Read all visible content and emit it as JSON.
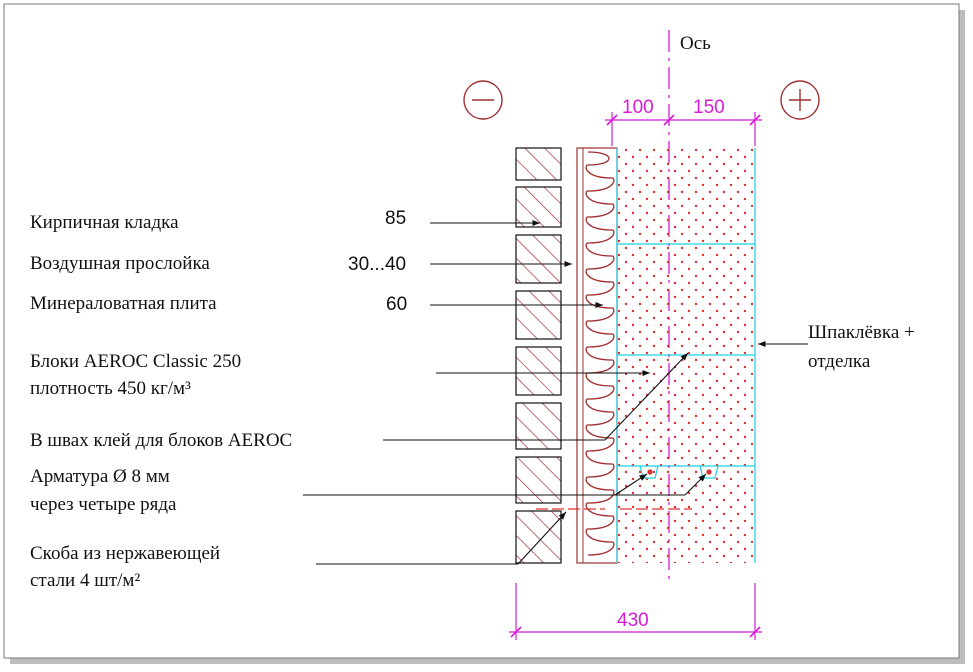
{
  "axis_label": "Ось",
  "sign_minus": "−",
  "sign_plus": "+",
  "dimensions": {
    "top_left": "100",
    "top_right": "150",
    "bottom": "430"
  },
  "layers": [
    {
      "label": "Кирпичная кладка",
      "value": "85"
    },
    {
      "label": "Воздушная прослойка",
      "value": "30...40"
    },
    {
      "label": "Минераловатная плита",
      "value": "60"
    }
  ],
  "blocks_label": {
    "line1": "Блоки AEROC Classic 250",
    "line2": "плотность 450 кг/м³"
  },
  "glue_label": "В швах клей для блоков AEROC",
  "rebar_label": {
    "line1": "Арматура Ø 8 мм",
    "line2": "через четыре ряда"
  },
  "bracket_label": {
    "line1": "Скоба из нержавеющей",
    "line2": "стали 4 шт/м²"
  },
  "finish_label": {
    "line1": "Шпаклёвка +",
    "line2": "отделка"
  },
  "colors": {
    "dimension": "#d81bd8",
    "brick": "#a03030",
    "wool": "#b03030",
    "block_dots": "#e03030",
    "joint": "#19d0e0",
    "line": "#111111"
  }
}
